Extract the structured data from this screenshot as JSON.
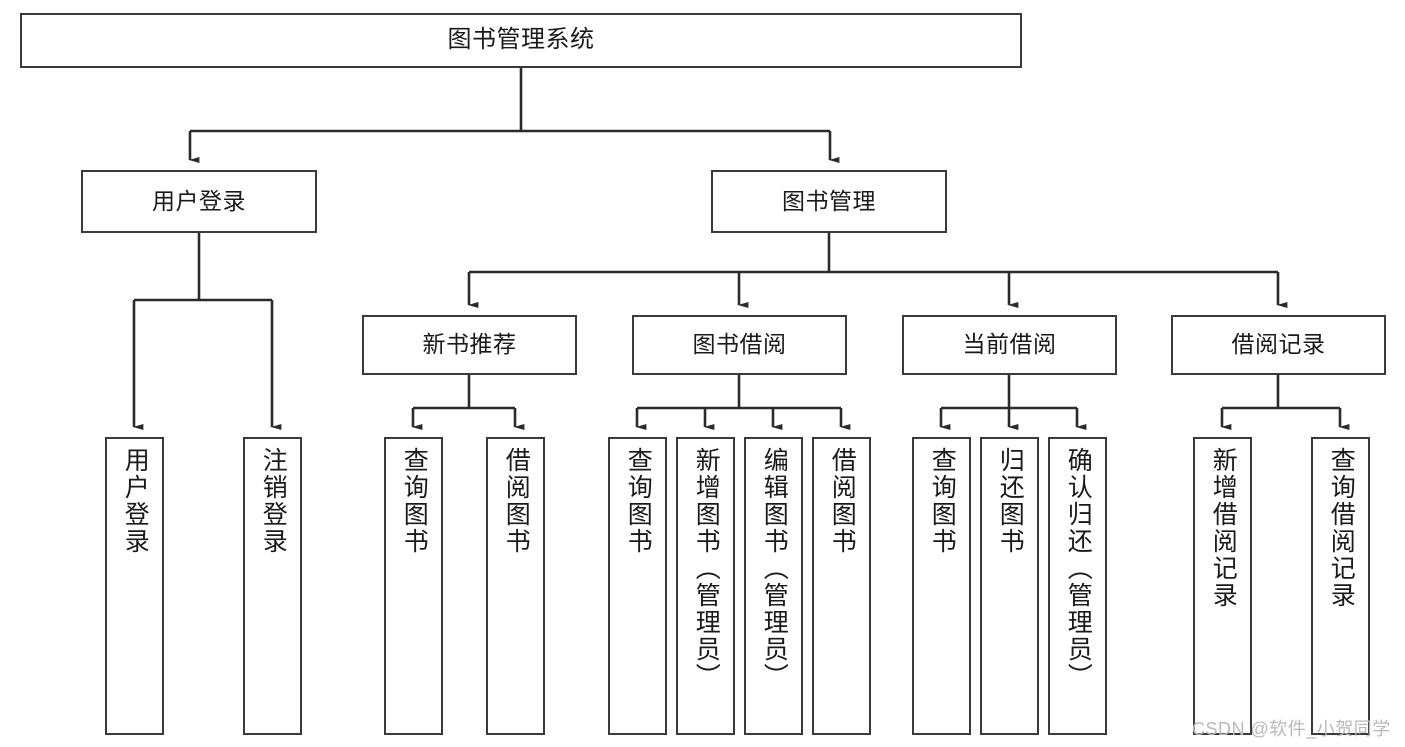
{
  "diagram": {
    "title": "图书管理系统",
    "type": "tree-hierarchy-chart",
    "colors": {
      "box_border": "#3a3a3a",
      "box_fill": "#ffffff",
      "edge": "#2b2b2b",
      "text": "#1a1a1a",
      "watermark": "#b9b9b9",
      "background": "#ffffff"
    }
  },
  "nodes": {
    "root": {
      "label": "图书管理系统"
    },
    "level2": [
      {
        "label": "用户登录"
      },
      {
        "label": "图书管理"
      }
    ],
    "level3": [
      {
        "label": "新书推荐"
      },
      {
        "label": "图书借阅"
      },
      {
        "label": "当前借阅"
      },
      {
        "label": "借阅记录"
      }
    ],
    "leaves": {
      "user_login": [
        {
          "label": "用户登录"
        },
        {
          "label": "注销登录"
        }
      ],
      "new_book_recommend": [
        {
          "label": "查询图书"
        },
        {
          "label": "借阅图书"
        }
      ],
      "book_borrow": [
        {
          "label": "查询图书"
        },
        {
          "label": "新增图书（管理员）"
        },
        {
          "label": "编辑图书（管理员）"
        },
        {
          "label": "借阅图书"
        }
      ],
      "current_borrow": [
        {
          "label": "查询图书"
        },
        {
          "label": "归还图书"
        },
        {
          "label": "确认归还（管理员）"
        }
      ],
      "borrow_record": [
        {
          "label": "新增借阅记录"
        },
        {
          "label": "查询借阅记录"
        }
      ]
    }
  },
  "watermark": {
    "text": "CSDN @软件_小贺同学"
  }
}
